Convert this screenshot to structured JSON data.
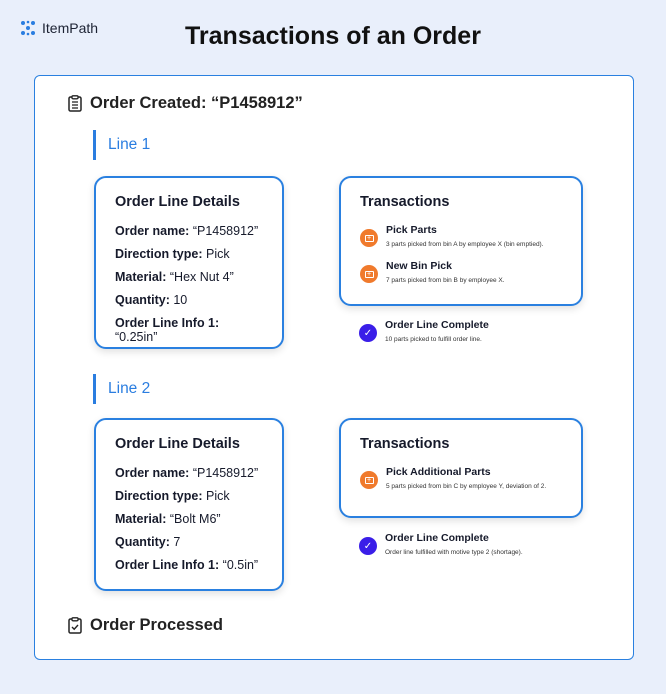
{
  "brand": "ItemPath",
  "title": "Transactions of an Order",
  "order_created": "Order Created: “P1458912”",
  "order_processed": "Order Processed",
  "lines": [
    {
      "label": "Line 1",
      "details_title": "Order Line Details",
      "fields": [
        {
          "k": "Order name:",
          "v": " “P1458912”"
        },
        {
          "k": "Direction type:",
          "v": " Pick"
        },
        {
          "k": "Material:",
          "v": " “Hex Nut 4”"
        },
        {
          "k": "Quantity:",
          "v": " 10"
        },
        {
          "k": "Order Line Info 1:",
          "v": " “0.25in”"
        }
      ],
      "tx_title": "Transactions",
      "transactions": [
        {
          "name": "Pick Parts",
          "desc": "3 parts picked from bin A by employee X (bin emptied)."
        },
        {
          "name": "New Bin Pick",
          "desc": "7 parts picked from bin B by employee X."
        }
      ],
      "complete": {
        "name": "Order Line Complete",
        "desc": "10 parts picked to fulfill order line."
      }
    },
    {
      "label": "Line 2",
      "details_title": "Order Line Details",
      "fields": [
        {
          "k": "Order name:",
          "v": " “P1458912”"
        },
        {
          "k": "Direction type:",
          "v": " Pick"
        },
        {
          "k": "Material:",
          "v": " “Bolt M6”"
        },
        {
          "k": "Quantity:",
          "v": " 7"
        },
        {
          "k": "Order Line Info 1:",
          "v": " “0.5in”"
        }
      ],
      "tx_title": "Transactions",
      "transactions": [
        {
          "name": "Pick Additional Parts",
          "desc": "5 parts picked from bin C by employee Y, deviation of 2."
        }
      ],
      "complete": {
        "name": "Order Line Complete",
        "desc": "Order line fulfilled with motive type 2 (shortage)."
      }
    }
  ]
}
